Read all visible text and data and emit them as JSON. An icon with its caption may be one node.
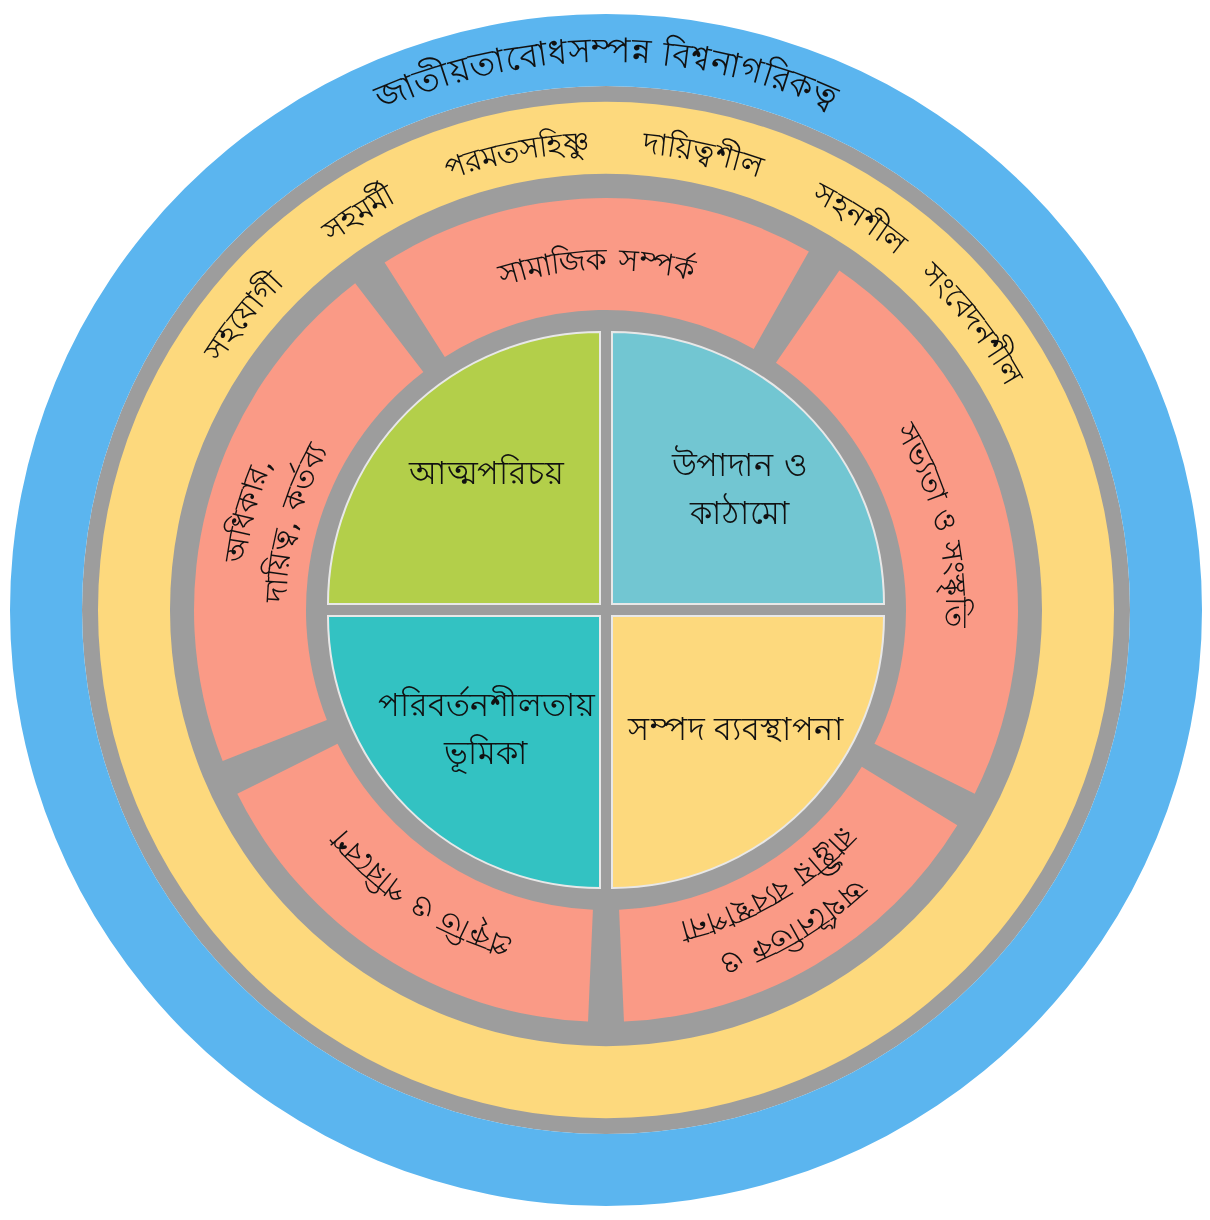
{
  "diagram": {
    "nodes": [
      {
        "text": [
          "জাতীয়তাবোধসম্পন্ন বিশ্বনাগরিকত্ব"
        ]
      },
      {
        "text": [
          "সহযোগী",
          "সহমর্মী",
          "পরমতসহিষ্ণু",
          "দায়িত্বশীল",
          "সহনশীল",
          "সংবেদনশীল"
        ],
        "in": 0
      },
      {
        "text": [
          "সামাজিক সম্পর্ক"
        ],
        "in": 1
      },
      {
        "text": [
          "সভ্যতা ও সংস্কৃতি"
        ],
        "in": 1
      },
      {
        "text": [
          "অর্থনৈতিক ও রাষ্ট্রীয় ব্যবস্থাপনা"
        ],
        "in": 1
      },
      {
        "text": [
          "প্রকৃতি ও পরিবেশ"
        ],
        "in": 1
      },
      {
        "text": [
          "অধিকার, দায়িত্ব, কর্তব্য"
        ],
        "in": 1
      },
      {
        "text": [
          "আত্মপরিচয়"
        ],
        "in": 1
      },
      {
        "text": [
          "উপাদান ও কাঠামো"
        ],
        "in": 1
      },
      {
        "text": [
          "পরিবর্তনশীলতায় ভূমিকা"
        ],
        "in": 1
      },
      {
        "text": [
          "সম্পদ ব্যবস্থাপনা"
        ],
        "in": 1
      }
    ]
  }
}
